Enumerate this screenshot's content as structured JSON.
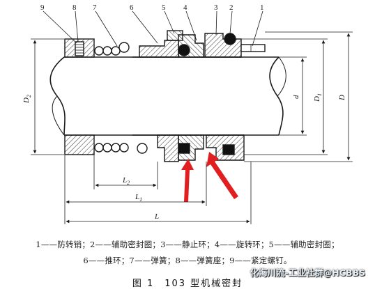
{
  "figure": {
    "part_numbers": [
      "9",
      "8",
      "7",
      "6",
      "5",
      "4",
      "3",
      "2",
      "1"
    ],
    "dimensions": {
      "D2": "D",
      "D2_sub": "2",
      "d": "d",
      "D1": "D",
      "D1_sub": "1",
      "D": "D",
      "L2": "L",
      "L2_sub": "2",
      "L1": "L",
      "L1_sub": "1",
      "L": "L"
    },
    "colors": {
      "line": "#1a1a1a",
      "arrow": "#e02020",
      "hatch": "#333333"
    }
  },
  "legend": {
    "line1": "1——防转销；2——辅助密封圈；3——静止环；4——旋转环；5——辅助密封圈；",
    "line2": "6——推环；7——弹簧；8——弹簧座；9——紧定螺钉。"
  },
  "watermark": "化海川流-工业社群@HCBBS",
  "caption": "图 1　103 型机械密封"
}
